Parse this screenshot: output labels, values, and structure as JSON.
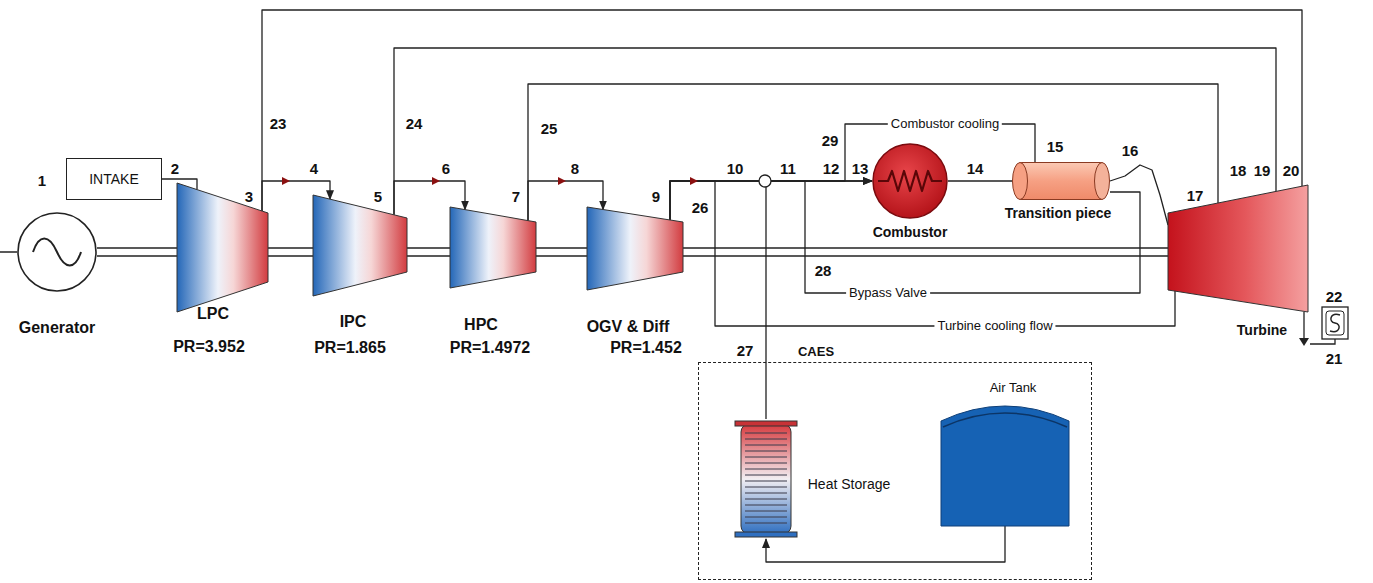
{
  "diagram": {
    "nodes": [
      {
        "text": [
          "Generator"
        ]
      },
      {
        "text": [
          "INTAKE"
        ]
      },
      {
        "text": [
          "LPC",
          "PR=3.952"
        ]
      },
      {
        "text": [
          "IPC",
          "PR=1.865"
        ]
      },
      {
        "text": [
          "HPC",
          "PR=1.4972"
        ]
      },
      {
        "text": [
          "OGV & Diff",
          "PR=1.452"
        ]
      },
      {
        "text": [
          "Combustor"
        ]
      },
      {
        "text": [
          "Transition piece"
        ]
      },
      {
        "text": [
          "Turbine"
        ]
      },
      {
        "text": [
          "CAES"
        ]
      },
      {
        "text": [
          "Heat Storage"
        ],
        "in": 9
      },
      {
        "text": [
          "Air Tank"
        ],
        "in": 9
      }
    ],
    "edges": [
      {
        "from": 1,
        "to": 2,
        "arrow": "none"
      },
      {
        "from": 2,
        "to": 3,
        "arrow": "to"
      },
      {
        "from": 3,
        "to": 4,
        "arrow": "to"
      },
      {
        "from": 4,
        "to": 5,
        "arrow": "to"
      },
      {
        "from": 5,
        "to": 6,
        "arrow": "to"
      },
      {
        "from": 2,
        "to": 8,
        "arrow": "none"
      },
      {
        "from": 3,
        "to": 8,
        "arrow": "none"
      },
      {
        "from": 4,
        "to": 8,
        "arrow": "none"
      },
      {
        "from": 5,
        "to": 7,
        "label": "Combustor cooling",
        "arrow": "none"
      },
      {
        "from": 5,
        "to": 7,
        "label": "Bypass Valve",
        "arrow": "none"
      },
      {
        "from": 5,
        "to": 8,
        "label": "Turbine cooling flow",
        "arrow": "none"
      },
      {
        "from": 6,
        "to": 7,
        "arrow": "none"
      },
      {
        "from": 7,
        "to": 8,
        "arrow": "none"
      },
      {
        "from": 11,
        "to": 10,
        "arrow": "to"
      },
      {
        "from": 10,
        "to": 6,
        "arrow": "to"
      }
    ],
    "labels": [
      "1",
      "2",
      "3",
      "4",
      "5",
      "6",
      "7",
      "8",
      "9",
      "10",
      "11",
      "12",
      "13",
      "14",
      "15",
      "16",
      "17",
      "18",
      "19",
      "20",
      "21",
      "22",
      "23",
      "24",
      "25",
      "26",
      "27",
      "28",
      "29"
    ]
  }
}
